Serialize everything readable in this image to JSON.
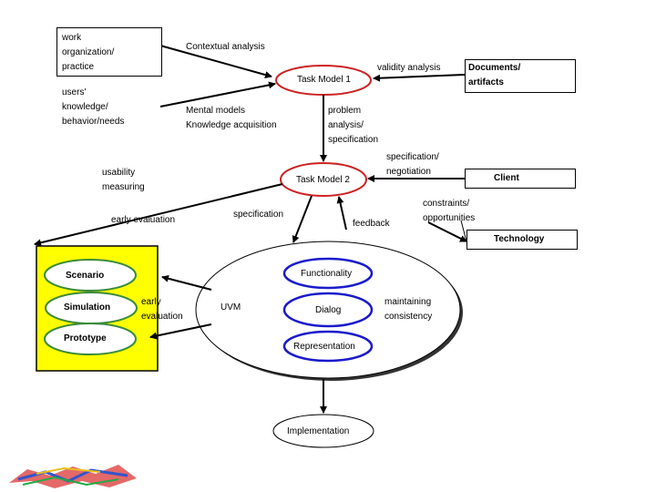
{
  "nodes": {
    "work_org": "work\norganization/\npractice",
    "users": "users'\nknowledge/\nbehavior/needs",
    "documents": "Documents/\nartifacts",
    "client": "Client",
    "technology": "Technology",
    "task_model_1": "Task Model 1",
    "task_model_2": "Task Model 2",
    "scenario": "Scenario",
    "simulation": "Simulation",
    "prototype": "Prototype",
    "uvm": "UVM",
    "functionality": "Functionality",
    "dialog": "Dialog",
    "representation": "Representation",
    "implementation": "Implementation"
  },
  "labels": {
    "contextual_analysis": "Contextual analysis",
    "validity_analysis": "validity analysis",
    "mental_models": "Mental models\nKnowledge acquisition",
    "problem_analysis": "problem\nanalysis/\nspecification",
    "usability_measuring": "usability\nmeasuring",
    "spec_negotiation": "specification/\nnegotiation",
    "early_evaluation_top": "early evaluation",
    "specification": "specification",
    "feedback": "feedback",
    "constraints": "constraints/\nopportunities",
    "early_evaluation_side": "early\nevaluation",
    "maintaining": "maintaining\nconsistency"
  },
  "colors": {
    "prototype_area": "#ffff00",
    "red_ellipse": "#cc2222",
    "green_ellipse": "#3a8a3a",
    "blue_ellipse": "#1a1acc",
    "arrow": "#000000"
  }
}
